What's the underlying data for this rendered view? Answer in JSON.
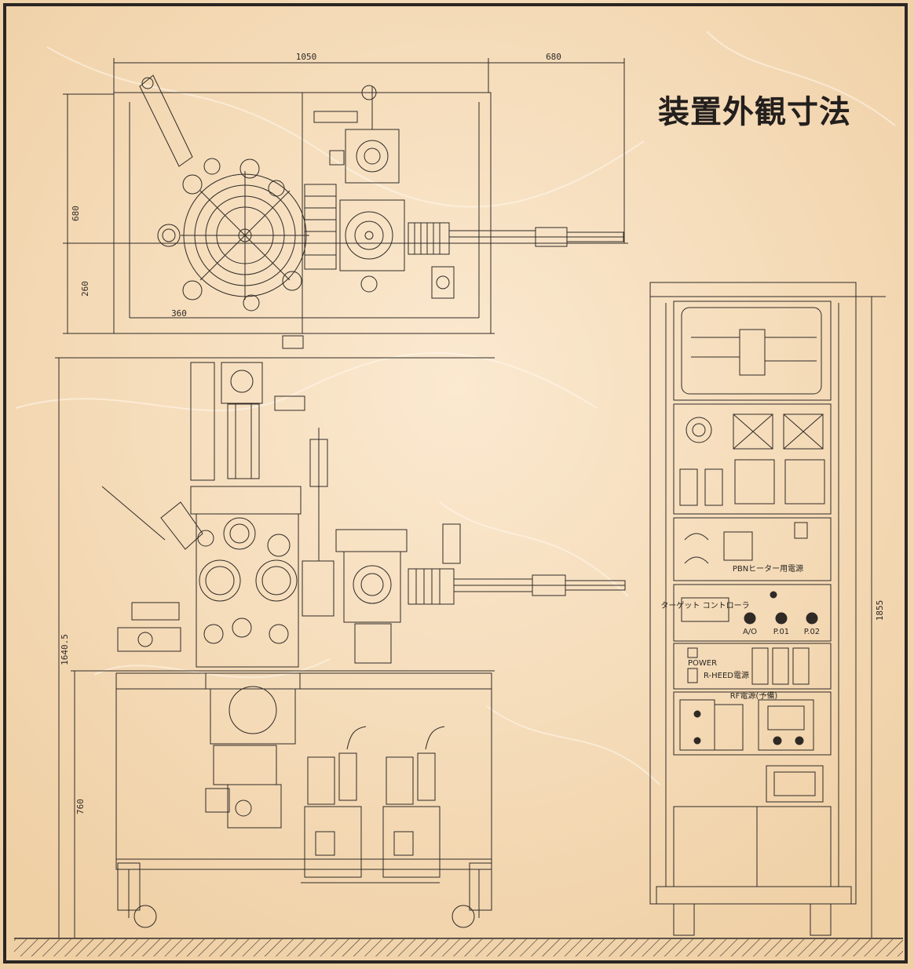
{
  "title": "装置外観寸法",
  "dimensions": {
    "plan_width_main": "1050",
    "plan_width_ext": "680",
    "plan_depth_top": "680",
    "plan_depth_bottom": "260",
    "plan_offset": "360",
    "front_height": "1640.5",
    "frame_height": "760",
    "rack_height": "1855"
  },
  "rack_panel": {
    "pbn_heater_label": "PBNヒーター用電源",
    "target_controller_label": "ターゲット\nコントローラ",
    "rheed_label": "R-HEED電源",
    "rf_label": "RF電源(予備)",
    "power_label": "POWER",
    "knob_labels": [
      "A/O",
      "P.01",
      "P.02"
    ]
  },
  "colors": {
    "background": "#f3d9b3",
    "line": "#2f2a26",
    "frame": "#2a2622"
  }
}
